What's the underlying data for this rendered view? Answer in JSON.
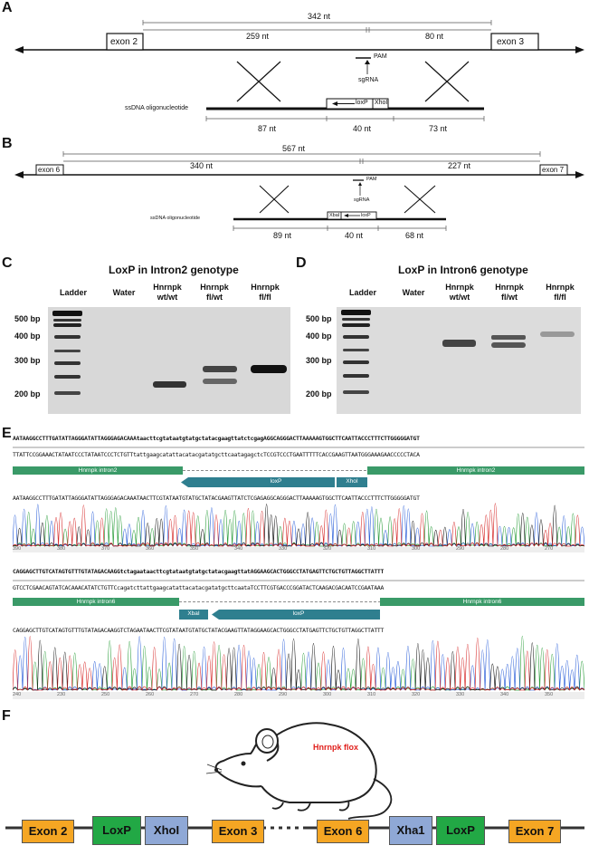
{
  "panels": {
    "A": "A",
    "B": "B",
    "C": "C",
    "D": "D",
    "E": "E",
    "F": "F"
  },
  "panelA": {
    "exon_left": "exon 2",
    "exon_right": "exon 3",
    "top_span": "342 nt",
    "left_span": "259 nt",
    "right_span": "80 nt",
    "pam": "PAM",
    "sgrna": "sgRNA",
    "oligo": "ssDNA oligonucleotide",
    "loxp": "loxP",
    "site": "XhoI",
    "seg1": "87 nt",
    "seg2": "40 nt",
    "seg3": "73 nt"
  },
  "panelB": {
    "exon_left": "exon 6",
    "exon_right": "exon 7",
    "top_span": "567 nt",
    "left_span": "340 nt",
    "right_span": "227 nt",
    "pam": "PAM",
    "sgrna": "sgRNA",
    "oligo": "ssDNA oligonucleotide",
    "loxp": "loxP",
    "site": "XbaI",
    "seg1": "89 nt",
    "seg2": "40 nt",
    "seg3": "68 nt"
  },
  "gelC": {
    "title": "LoxP in Intron2 genotype",
    "lanes": [
      "Ladder",
      "Water",
      "Hnrnpk\nwt/wt",
      "Hnrnpk\nfl/wt",
      "Hnrnpk\nfl/fl"
    ],
    "markers": [
      "500 bp",
      "400 bp",
      "300 bp",
      "200 bp"
    ]
  },
  "gelD": {
    "title": "LoxP in Intron6 genotype",
    "lanes": [
      "Ladder",
      "Water",
      "Hnrnpk\nwt/wt",
      "Hnrnpk\nfl/wt",
      "Hnrnpk\nfl/fl"
    ],
    "markers": [
      "500 bp",
      "400 bp",
      "300 bp",
      "200 bp"
    ]
  },
  "seqE1": {
    "top": "AATAAGGCCTTTGATATTAGGGATATTAGGGAGACAAAtaacttcgtataatgtatgctatacgaagttatctcgagAGGCAGGGACTTAAAAAGTGGCTTCAATTACCCTTTCTTGGGGGATGT",
    "bottom": "TTATTCCGGAAACTATAATCCCTATAATCCCTCTGTTtattgaagcatattacatacgatatgcttcaatagagctcTCCGTCCCTGAATTTTTCACCGAAGTTAATGGGAAAGAACCCCCTACA",
    "feat_left": "Hnrnpk intron2",
    "feat_right": "Hnrnpk intron2",
    "loxp": "loxP",
    "site": "XhoI",
    "read": "AATAAGGCCTTTGATATTAGGGATATTAGGGAGACAAATAACTTCGTATAATGTATGCTATACGAAGTTATCTCGAGAGGCAGGGACTTAAAAAGTGGCTTCAATTACCCTTTCTTGGGGGATGT",
    "ticks": [
      "390",
      "380",
      "370",
      "360",
      "350",
      "340",
      "330",
      "320",
      "310",
      "300",
      "290",
      "280",
      "270"
    ]
  },
  "seqE2": {
    "top": "CAGGAGCTTGTCATAGTGTTTGTATAGACAAGGtctagaataacttcgtataatgtatgctatacgaagttatAGGAAGCACTGGGCCTATGAGTTCTGCTGTTAGGCTTATTT",
    "bottom": "GTCCTCGAACAGTATCACAAACATATCTGTTCcagatcttattgaagcatattacatacgatatgcttcaataTCCTTCGTGACCCGGATACTCAAGACGACAATCCGAATAAA",
    "feat_left": "Hnrnpk intron6",
    "feat_right": "Hnrnpk intron6",
    "loxp": "loxP",
    "site": "XbaI",
    "read": "CAGGAGCTTGTCATAGTGTTTGTATAGACAAGGTCTAGAATAACTTCGTATAATGTATGCTATACGAAGTTATAGGAAGCACTGGGCCTATGAGTTCTGCTGTTAGGCTTATTT",
    "ticks": [
      "240",
      "230",
      "250",
      "260",
      "270",
      "280",
      "290",
      "300",
      "310",
      "320",
      "330",
      "340",
      "350"
    ]
  },
  "panelF": {
    "mouse_label": "Hnrnpk flox",
    "boxes": [
      "Exon 2",
      "LoxP",
      "XhoI",
      "Exon 3",
      "Exon 6",
      "Xha1",
      "LoxP",
      "Exon 7"
    ]
  },
  "colors": {
    "exon": "#f5a623",
    "loxp": "#22a845",
    "site": "#8fa8d6",
    "feature": "#2e8b57",
    "arrow": "#2f7f8f",
    "mouse_label": "#e0201c"
  }
}
